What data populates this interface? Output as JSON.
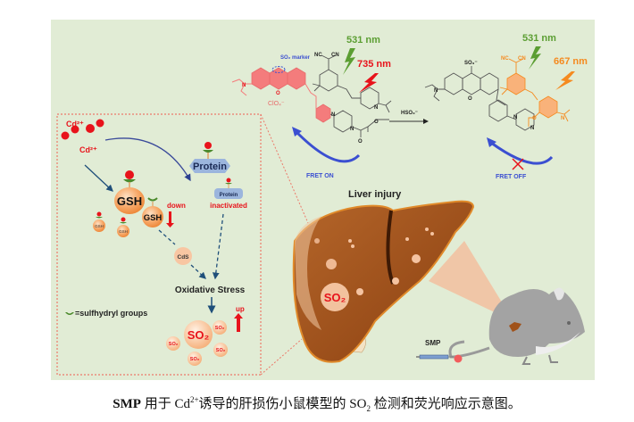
{
  "figure": {
    "excitation_left": "531 nm",
    "emission_left": "735 nm",
    "excitation_right": "531 nm",
    "emission_right": "667 nm",
    "so2_marker_label": "SO₂ marker",
    "counter_ion": "ClO₄⁻",
    "cn_label_1": "NC",
    "cn_label_2": "CN",
    "n_label": "N",
    "o_label": "O",
    "sulfonate_label": "SO₃⁻",
    "reagent_label": "HSO₃⁻",
    "fret_on_label": "FRET ON",
    "fret_off_label": "FRET OFF",
    "liver_label": "Liver injury",
    "liver_so2_label": "SO₂",
    "smp_label": "SMP",
    "mechanism": {
      "cd_label_1": "Cd²⁺",
      "cd_label_2": "Cd²⁺",
      "protein_label": "Protein",
      "protein_small_label": "Protein",
      "inactivated_label": "inactivated",
      "gsh_large_label": "GSH",
      "gsh_mid_label": "GSH",
      "gsh_small_1": "GSH",
      "gsh_small_2": "GSH",
      "down_label": "down",
      "cds_label": "CdS",
      "oxidative_stress_label": "Oxidative Stress",
      "so2_big_label": "SO₂",
      "so2_small_labels": [
        "SO₂",
        "SO₂",
        "SO₂",
        "SO₂"
      ],
      "up_label": "up",
      "legend_label": "=sulfhydryl groups"
    },
    "colors": {
      "panel_bg": "#e1ecd5",
      "red": "#e8131b",
      "green": "#5b9e32",
      "orange": "#f58a1f",
      "blue": "#3b4fd1",
      "liver": "#a0521a",
      "mouse": "#a3a3a3"
    }
  },
  "caption": {
    "prefix_bold": "SMP",
    "text1": " 用于 Cd",
    "sup": "2+",
    "text2": "诱导的肝损伤小鼠模型的 SO",
    "sub": "2",
    "text3": " 检测和荧光响应示意图。"
  }
}
